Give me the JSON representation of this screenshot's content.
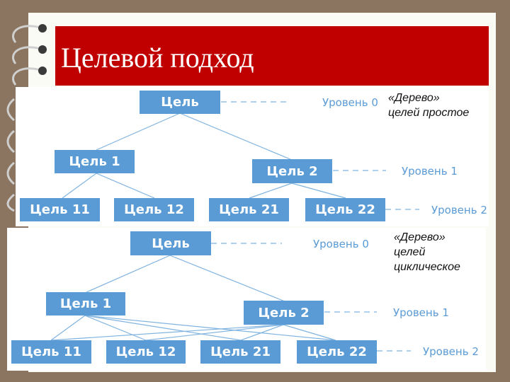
{
  "title": "Целевой подход",
  "tree_simple": {
    "note_lines": [
      "«Дерево»",
      "целей простое"
    ],
    "nodes": {
      "root": "Цель",
      "n1": "Цель 1",
      "n2": "Цель 2",
      "n11": "Цель 11",
      "n12": "Цель 12",
      "n21": "Цель 21",
      "n22": "Цель 22"
    },
    "levels": [
      "Уровень 0",
      "Уровень 1",
      "Уровень 2"
    ]
  },
  "tree_cyclic": {
    "note_lines": [
      "«Дерево»",
      "целей",
      "циклическое"
    ],
    "nodes": {
      "root": "Цель",
      "n1": "Цель 1",
      "n2": "Цель 2",
      "n11": "Цель 11",
      "n12": "Цель 12",
      "n21": "Цель 21",
      "n22": "Цель 22"
    },
    "levels": [
      "Уровень 0",
      "Уровень 1",
      "Уровень 2"
    ]
  },
  "colors": {
    "title_bar": "#c00000",
    "node": "#5b9bd5",
    "level_text": "#5b9bd5",
    "background": "#8b7560"
  }
}
